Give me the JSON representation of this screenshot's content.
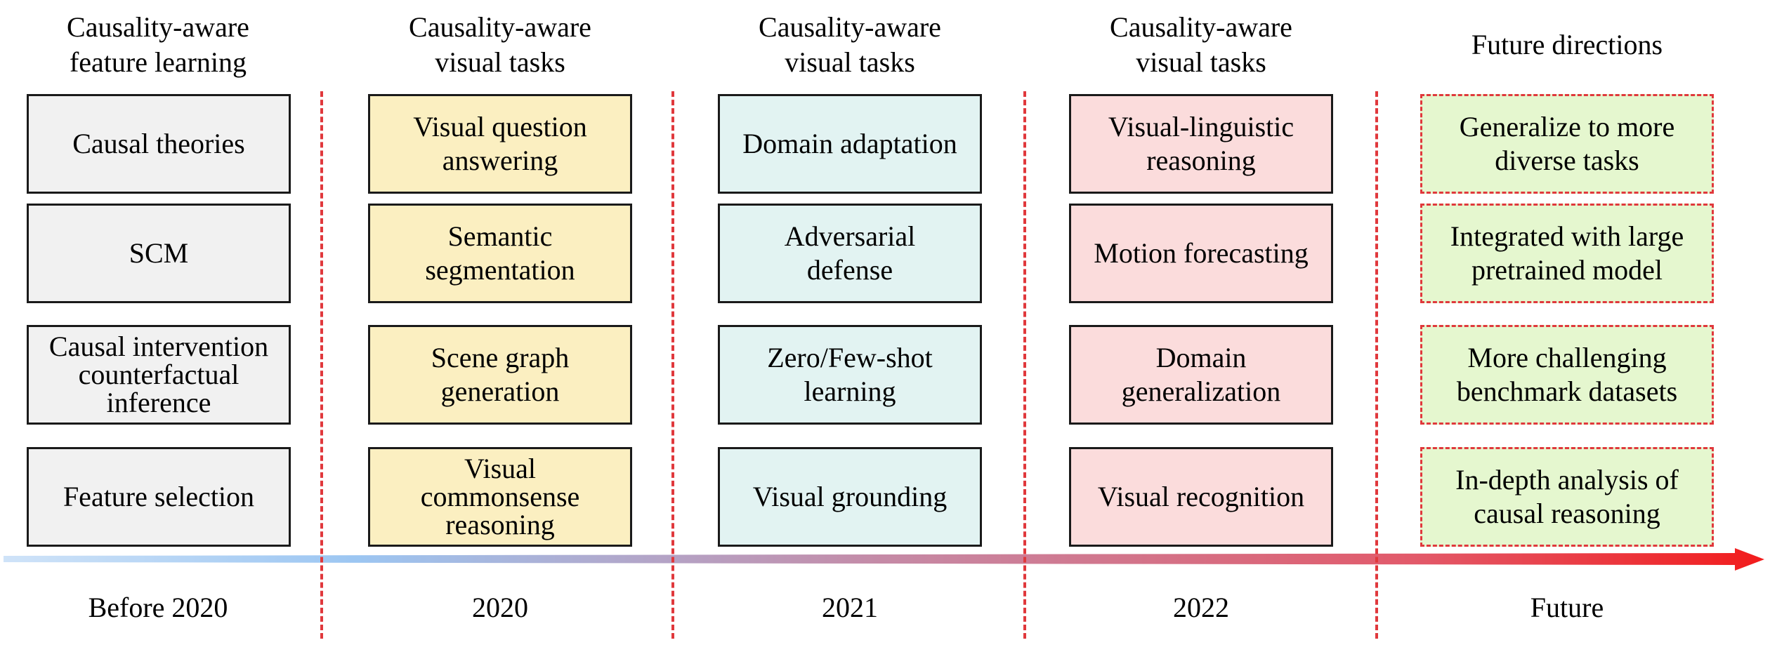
{
  "columns": [
    {
      "header": [
        "Causality-aware",
        "feature learning"
      ],
      "year": "Before 2020",
      "color": "#f1f1f1",
      "items": [
        [
          "Causal theories"
        ],
        [
          "SCM"
        ],
        [
          "Causal intervention",
          "counterfactual",
          "inference"
        ],
        [
          "Feature selection"
        ]
      ]
    },
    {
      "header": [
        "Causality-aware",
        "visual tasks"
      ],
      "year": "2020",
      "color": "#fbefc1",
      "items": [
        [
          "Visual question",
          "answering"
        ],
        [
          "Semantic",
          "segmentation"
        ],
        [
          "Scene graph",
          "generation"
        ],
        [
          "Visual",
          "commonsense",
          "reasoning"
        ]
      ]
    },
    {
      "header": [
        "Causality-aware",
        "visual tasks"
      ],
      "year": "2021",
      "color": "#e2f3f2",
      "items": [
        [
          "Domain adaptation"
        ],
        [
          "Adversarial",
          "defense"
        ],
        [
          "Zero/Few-shot",
          "learning"
        ],
        [
          "Visual grounding"
        ]
      ]
    },
    {
      "header": [
        "Causality-aware",
        "visual tasks"
      ],
      "year": "2022",
      "color": "#fbdcdc",
      "items": [
        [
          "Visual-linguistic",
          "reasoning"
        ],
        [
          "Motion forecasting"
        ],
        [
          "Domain",
          "generalization"
        ],
        [
          "Visual recognition"
        ]
      ]
    },
    {
      "header": [
        "Future directions"
      ],
      "year": "Future",
      "color": "#e5f7cf",
      "items": [
        [
          "Generalize to more",
          "diverse tasks"
        ],
        [
          "Integrated with large",
          "pretrained model"
        ],
        [
          "More challenging",
          "benchmark datasets"
        ],
        [
          "In-depth analysis of",
          "causal reasoning"
        ]
      ]
    }
  ],
  "colors": {
    "separator": "#e0383c",
    "timeline_start": "#a9cff5",
    "timeline_mid": "#c58aa6",
    "timeline_end": "#f21c1c"
  }
}
